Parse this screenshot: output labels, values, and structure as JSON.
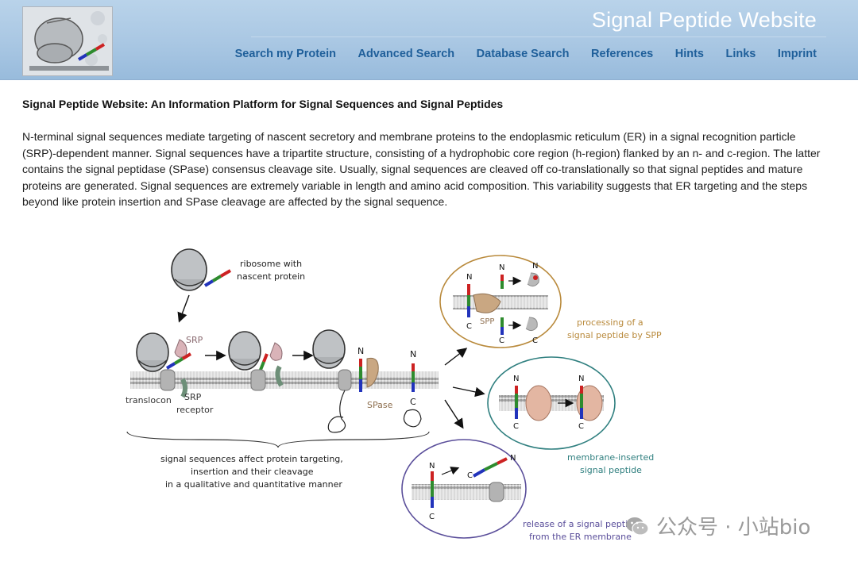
{
  "site": {
    "title": "Signal Peptide Website"
  },
  "nav": [
    {
      "label": "Search my Protein"
    },
    {
      "label": "Advanced Search"
    },
    {
      "label": "Database Search"
    },
    {
      "label": "References"
    },
    {
      "label": "Hints"
    },
    {
      "label": "Links"
    },
    {
      "label": "Imprint"
    }
  ],
  "main": {
    "heading": "Signal Peptide Website: An Information Platform for Signal Sequences and Signal Peptides",
    "intro": "N-terminal signal sequences mediate targeting of nascent secretory and membrane proteins to the endoplasmic reticulum (ER) in a signal recognition particle (SRP)-dependent manner. Signal sequences have a tripartite structure, consisting of a hydrophobic core region (h-region) flanked by an n- and c-region. The latter contains the signal peptidase (SPase) consensus cleavage site. Usually, signal sequences are cleaved off co-translationally so that signal peptides and mature proteins are generated. Signal sequences are extremely variable in length and amino acid composition. This variability suggests that ER targeting and the steps beyond like protein insertion and SPase cleavage are affected by the signal sequence."
  },
  "diagram": {
    "ribosome_label_1": "ribosome with",
    "ribosome_label_2": "nascent protein",
    "srp": "SRP",
    "translocon": "translocon",
    "srp_receptor_1": "SRP",
    "srp_receptor_2": "receptor",
    "spase": "SPase",
    "spp": "SPP",
    "n": "N",
    "c": "C",
    "summary_1": "signal sequences affect protein targeting,",
    "summary_2": "insertion and their cleavage",
    "summary_3": "in a qualitative and quantitative manner",
    "spp_caption_1": "processing of a",
    "spp_caption_2": "signal peptide by SPP",
    "inserted_caption_1": "membrane-inserted",
    "inserted_caption_2": "signal peptide",
    "release_caption_1": "release of a signal peptide",
    "release_caption_2": "from the ER membrane",
    "colors": {
      "n_region": "#cc2222",
      "h_region": "#2e8b2e",
      "c_region": "#2233bb",
      "spp_outline": "#b98a3c",
      "inserted_outline": "#2f7f7f",
      "release_outline": "#5a4e9a"
    }
  },
  "watermark": {
    "text": "公众号 · 小站bio"
  }
}
